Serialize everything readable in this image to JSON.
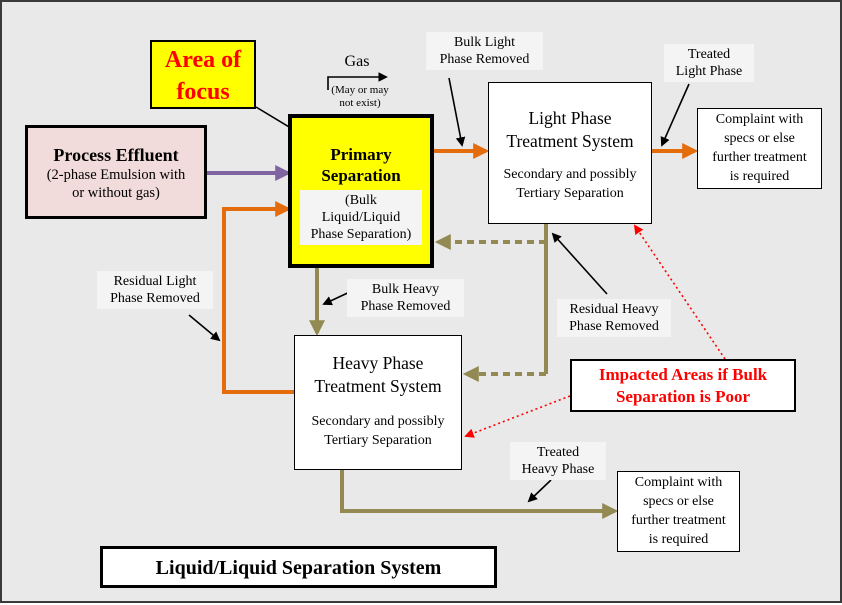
{
  "diagram": {
    "title": "Liquid/Liquid Separation System",
    "area_focus": [
      "Area of",
      "focus"
    ],
    "process_effluent": {
      "title": "Process Effluent",
      "subtitle": [
        "(2-phase Emulsion with",
        "or without gas)"
      ]
    },
    "primary": {
      "title": [
        "Primary",
        "Separation"
      ],
      "sub": [
        "(Bulk",
        "Liquid/Liquid",
        "Phase Separation)"
      ]
    },
    "gas": {
      "label": "Gas",
      "note": [
        "(May or may",
        "not exist)"
      ]
    },
    "light": {
      "title": [
        "Light Phase",
        "Treatment System"
      ],
      "sub": [
        "Secondary and possibly",
        "Tertiary Separation"
      ]
    },
    "heavy": {
      "title": [
        "Heavy Phase",
        "Treatment System"
      ],
      "sub": [
        "Secondary and possibly",
        "Tertiary Separation"
      ]
    },
    "complaint_top": [
      "Complaint with",
      "specs or else",
      "further treatment",
      "is required"
    ],
    "complaint_bottom": [
      "Complaint with",
      "specs or else",
      "further treatment",
      "is required"
    ],
    "labels": {
      "bulk_light": [
        "Bulk Light",
        "Phase Removed"
      ],
      "treated_light": [
        "Treated",
        "Light Phase"
      ],
      "residual_light": [
        "Residual Light",
        "Phase Removed"
      ],
      "bulk_heavy": [
        "Bulk Heavy",
        "Phase Removed"
      ],
      "residual_heavy": [
        "Residual Heavy",
        "Phase Removed"
      ],
      "treated_heavy": [
        "Treated",
        "Heavy Phase"
      ]
    },
    "impacted": [
      "Impacted Areas if Bulk",
      "Separation is Poor"
    ],
    "colors": {
      "background": "#e9e9e9",
      "focus_yellow": "#ffff00",
      "effluent_pink": "#f2dcdb",
      "orange": "#e46c0a",
      "olive": "#938953",
      "purple": "#8064a2",
      "red": "#ff0000"
    }
  }
}
